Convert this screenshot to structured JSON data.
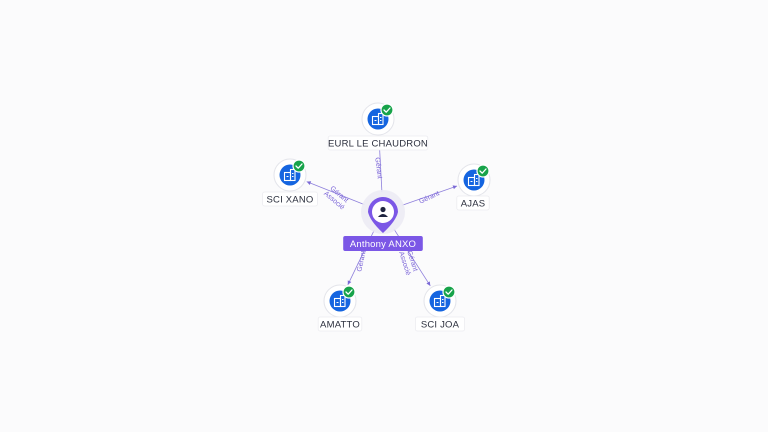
{
  "colors": {
    "edge": "#7b6ad6",
    "person": "#7b57e6",
    "company": "#1565e0",
    "check": "#17a34a",
    "label_bg": "#ffffff"
  },
  "center": {
    "name": "Anthony ANXO",
    "icon": "person-icon"
  },
  "companies": [
    {
      "id": "eurl",
      "name": "EURL LE CHAUDRON",
      "roles": [
        "Gérant"
      ],
      "icon": "building-icon",
      "status_icon": "check-icon"
    },
    {
      "id": "ajas",
      "name": "AJAS",
      "roles": [
        "Gérant"
      ],
      "icon": "building-icon",
      "status_icon": "check-icon"
    },
    {
      "id": "scijoa",
      "name": "SCI JOA",
      "roles": [
        "Gérant",
        "Associé"
      ],
      "icon": "building-icon",
      "status_icon": "check-icon"
    },
    {
      "id": "amatto",
      "name": "AMATTO",
      "roles": [
        "Gérant"
      ],
      "icon": "building-icon",
      "status_icon": "check-icon"
    },
    {
      "id": "scixano",
      "name": "SCI XANO",
      "roles": [
        "Gérant",
        "Associé"
      ],
      "icon": "building-icon",
      "status_icon": "check-icon"
    }
  ]
}
